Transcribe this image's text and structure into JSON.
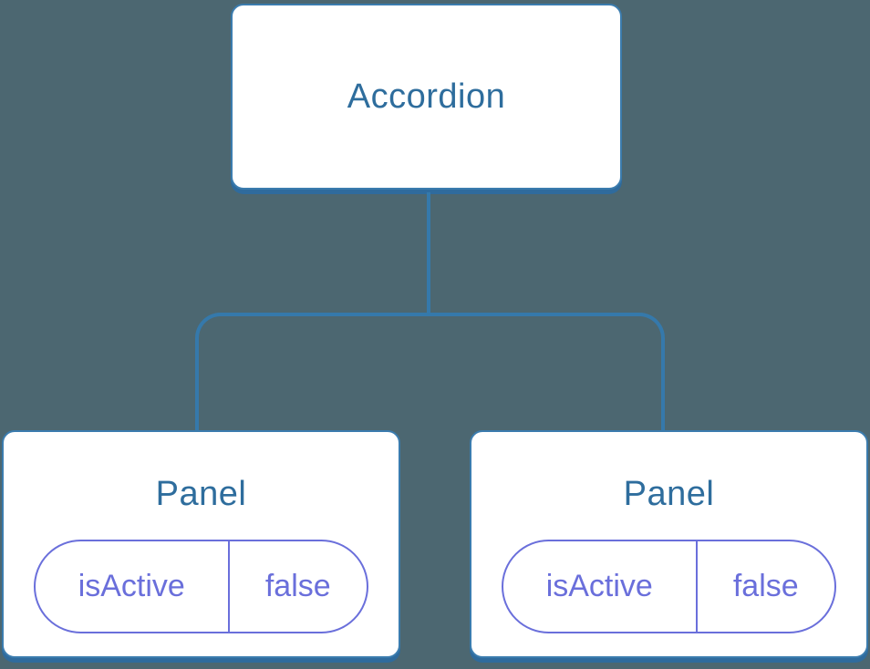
{
  "diagram": {
    "root": {
      "label": "Accordion"
    },
    "children": [
      {
        "label": "Panel",
        "state": {
          "key": "isActive",
          "value": "false"
        }
      },
      {
        "label": "Panel",
        "state": {
          "key": "isActive",
          "value": "false"
        }
      }
    ]
  },
  "colors": {
    "background": "#4C6771",
    "node_fill": "#FFFFFF",
    "node_border": "#3B7CAE",
    "node_shadow": "#2F6B9D",
    "node_label_text": "#2E6D9D",
    "connector": "#3579AB",
    "state_pill": "#6A6FDB"
  }
}
